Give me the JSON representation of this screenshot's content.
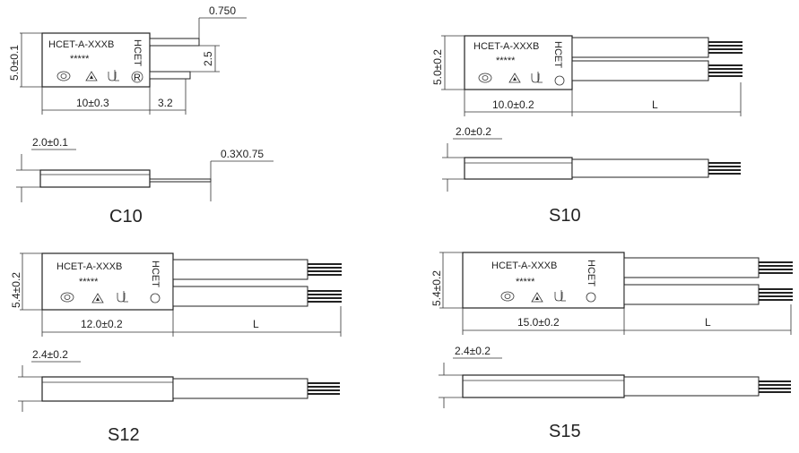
{
  "models": {
    "c10": {
      "name": "C10",
      "marking": "HCET-A-XXXB",
      "stars": "*****",
      "side_mark": "HCET",
      "dims": {
        "lead_width": "0.750",
        "lead_spacing": "2.5",
        "height": "5.0±0.1",
        "length": "10±0.3",
        "lead_length": "3.2",
        "thickness": "2.0±0.1",
        "lead_size": "0.3X0.75"
      }
    },
    "s10": {
      "name": "S10",
      "marking": "HCET-A-XXXB",
      "stars": "*****",
      "side_mark": "HCET",
      "dims": {
        "height": "5.0±0.2",
        "length": "10.0±0.2",
        "lead_length": "L",
        "thickness": "2.0±0.2"
      }
    },
    "s12": {
      "name": "S12",
      "marking": "HCET-A-XXXB",
      "stars": "*****",
      "side_mark": "HCET",
      "dims": {
        "height": "5.4±0.2",
        "length": "12.0±0.2",
        "lead_length": "L",
        "thickness": "2.4±0.2"
      }
    },
    "s15": {
      "name": "S15",
      "marking": "HCET-A-XXXB",
      "stars": "*****",
      "side_mark": "HCET",
      "dims": {
        "height": "5.4±0.2",
        "length": "15.0±0.2",
        "lead_length": "L",
        "thickness": "2.4±0.2"
      }
    }
  },
  "icons": [
    "cqc-mark",
    "triangle-cert-mark",
    "ul-recognized-mark"
  ]
}
